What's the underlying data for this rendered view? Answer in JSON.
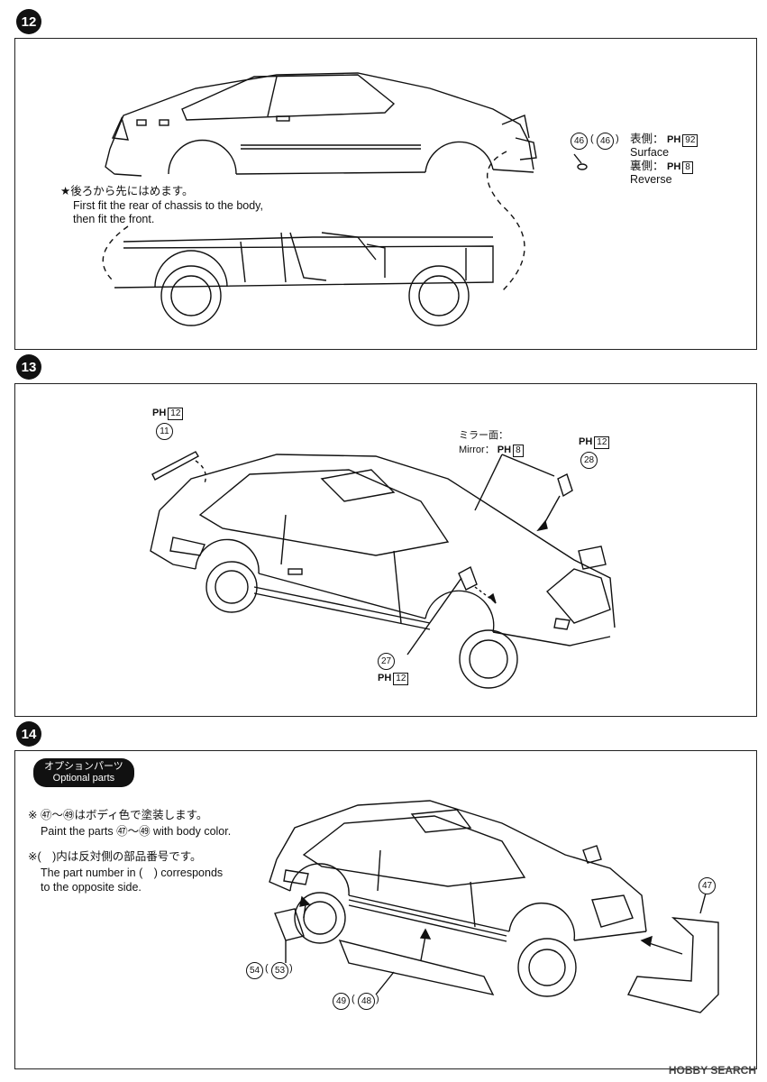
{
  "steps": {
    "s12": {
      "number": "12",
      "partnums": {
        "a": "46",
        "b": "46"
      },
      "paint": {
        "surface_label": "表側：",
        "surface_code_p": "PH",
        "surface_code": "92",
        "surface_en": "Surface",
        "reverse_label": "裏側：",
        "reverse_code_p": "PH",
        "reverse_code": "8",
        "reverse_en": "Reverse"
      },
      "note_jp": "★後ろから先にはめます。",
      "note_en1": "First fit the rear of chassis to the body,",
      "note_en2": "then fit the front."
    },
    "s13": {
      "number": "13",
      "part11": {
        "code_p": "PH",
        "code": "12",
        "num": "11"
      },
      "part28": {
        "code_p": "PH",
        "code": "12",
        "num": "28"
      },
      "part27": {
        "code_p": "PH",
        "code": "12",
        "num": "27"
      },
      "mirror_jp": "ミラー面：",
      "mirror_en": "Mirror：",
      "mirror_code_p": "PH",
      "mirror_code": "8"
    },
    "s14": {
      "number": "14",
      "optional_jp": "オプションパーツ",
      "optional_en": "Optional parts",
      "note1_jp": "※ ㊼～㊾はボディ色で塗装します。",
      "note1_en": "Paint the parts ㊼～㊾ with body color.",
      "note2_jp": "※(　)内は反対側の部品番号です。",
      "note2_en1": "The part number in (　) corresponds",
      "note2_en2": "to the opposite side.",
      "p47": "47",
      "p54": "54",
      "p53": "53",
      "p49": "49",
      "p48": "48"
    }
  },
  "watermark": "HOBBY SEARCH"
}
